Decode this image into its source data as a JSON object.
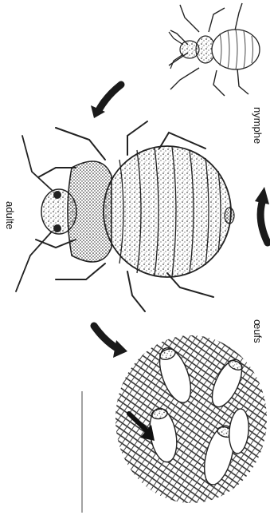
{
  "labels": {
    "adult": "adulte",
    "nymph": "nymphe",
    "eggs": "œufs"
  },
  "colors": {
    "ink": "#111111",
    "paper": "#ffffff"
  }
}
